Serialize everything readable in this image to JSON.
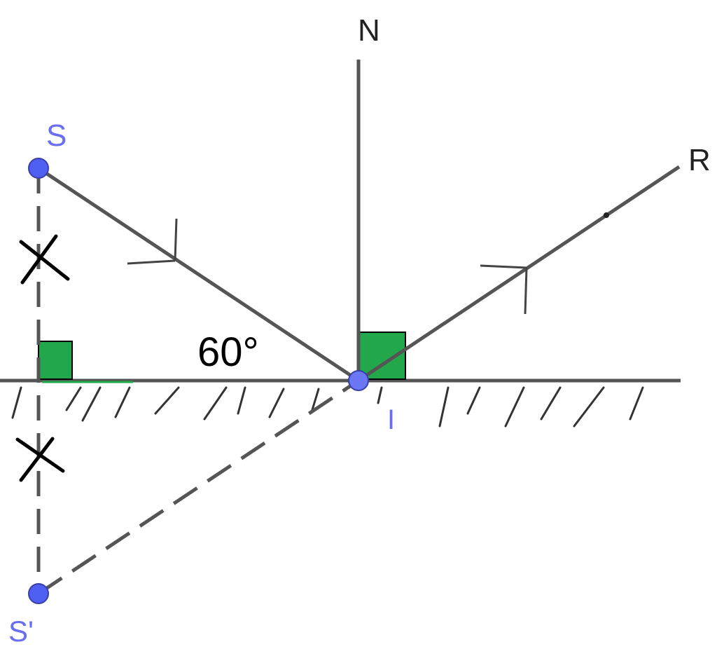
{
  "labels": {
    "normal": "N",
    "source": "S",
    "reflected": "R",
    "incidence_point": "I",
    "image": "S'",
    "angle": "60°"
  },
  "colors": {
    "ray": "#555555",
    "point": "#4f5ff2",
    "point_label": "#6a6ef0",
    "right_angle_fill": "#22a84a",
    "equal_marks": "#000000",
    "text": "#222222"
  }
}
